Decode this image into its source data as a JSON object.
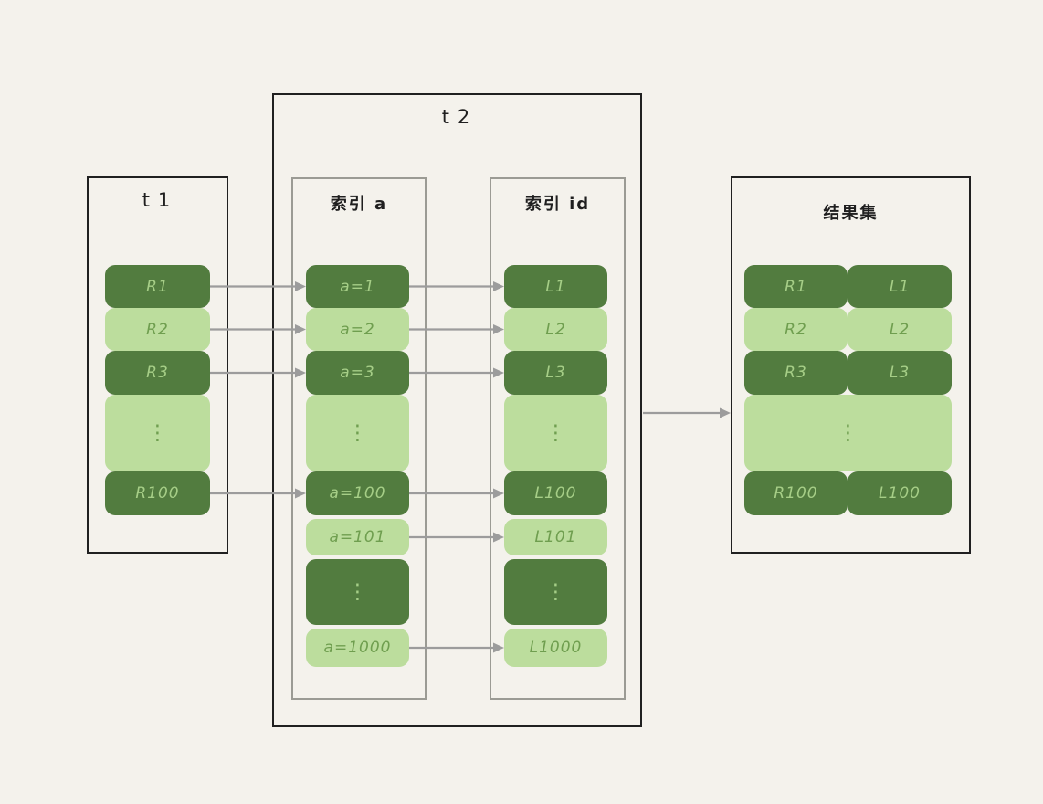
{
  "colors": {
    "background": "#f4f2ec",
    "dark_green": "#527c3f",
    "light_green": "#bcdd9d",
    "text_on_dark": "#a6ce87",
    "text_on_light": "#6f9e4f",
    "border_dark": "#202020",
    "border_gray": "#9b9b94",
    "arrow": "#9c9c9c",
    "title_text": "#1f1f1f"
  },
  "t1": {
    "title": "t1",
    "rows": [
      {
        "label": "R1",
        "tone": "dark"
      },
      {
        "label": "R2",
        "tone": "light"
      },
      {
        "label": "R3",
        "tone": "dark"
      },
      {
        "label": "⋮",
        "tone": "light",
        "dots": true
      },
      {
        "label": "R100",
        "tone": "dark"
      }
    ]
  },
  "t2": {
    "title": "t2"
  },
  "index_a": {
    "title": "索引 a",
    "rows": [
      {
        "label": "a=1",
        "tone": "dark"
      },
      {
        "label": "a=2",
        "tone": "light"
      },
      {
        "label": "a=3",
        "tone": "dark"
      },
      {
        "label": "⋮",
        "tone": "light",
        "dots": true
      },
      {
        "label": "a=100",
        "tone": "dark"
      },
      {
        "label": "a=101",
        "tone": "light"
      },
      {
        "label": "⋮",
        "tone": "dark",
        "dots": true
      },
      {
        "label": "a=1000",
        "tone": "light"
      }
    ]
  },
  "index_id": {
    "title": "索引 id",
    "rows": [
      {
        "label": "L1",
        "tone": "dark"
      },
      {
        "label": "L2",
        "tone": "light"
      },
      {
        "label": "L3",
        "tone": "dark"
      },
      {
        "label": "⋮",
        "tone": "light",
        "dots": true
      },
      {
        "label": "L100",
        "tone": "dark"
      },
      {
        "label": "L101",
        "tone": "light"
      },
      {
        "label": "⋮",
        "tone": "dark",
        "dots": true
      },
      {
        "label": "L1000",
        "tone": "light"
      }
    ]
  },
  "result": {
    "title": "结果集",
    "rows": [
      {
        "left": "R1",
        "right": "L1",
        "tone": "dark"
      },
      {
        "left": "R2",
        "right": "L2",
        "tone": "light"
      },
      {
        "left": "R3",
        "right": "L3",
        "tone": "dark"
      },
      {
        "label": "⋮",
        "tone": "light",
        "dots": true
      },
      {
        "left": "R100",
        "right": "L100",
        "tone": "dark"
      }
    ]
  }
}
